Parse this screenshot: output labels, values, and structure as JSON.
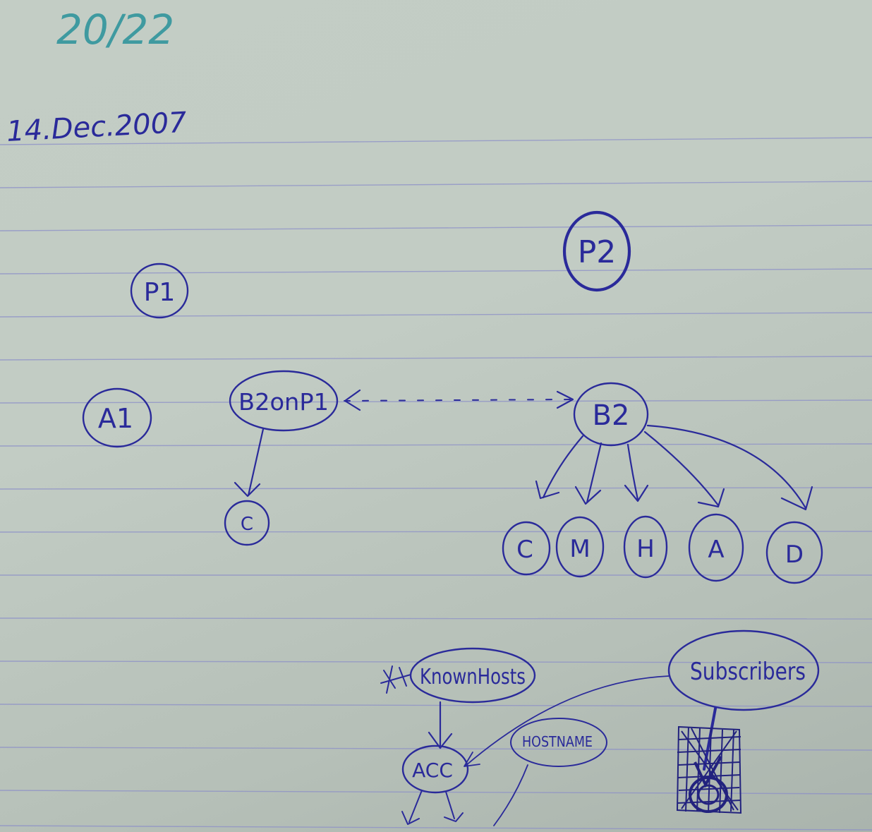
{
  "page": {
    "counter": "20/22",
    "date": "14.Dec.2007"
  },
  "diagram": {
    "nodes": {
      "p1": "P1",
      "p2": "P2",
      "a1": "A1",
      "b2onp1": "B2onP1",
      "b2": "B2",
      "c_left": "C",
      "c": "C",
      "m": "M",
      "h": "H",
      "a": "A",
      "d": "D",
      "knownhosts": "KnownHosts",
      "subscribers": "Subscribers",
      "acc": "ACC",
      "hostname": "HOSTNAME"
    }
  },
  "colors": {
    "ink": "#2a2a9a",
    "counter_ink": "#3f9aa0",
    "line": "#8c8fc8"
  }
}
